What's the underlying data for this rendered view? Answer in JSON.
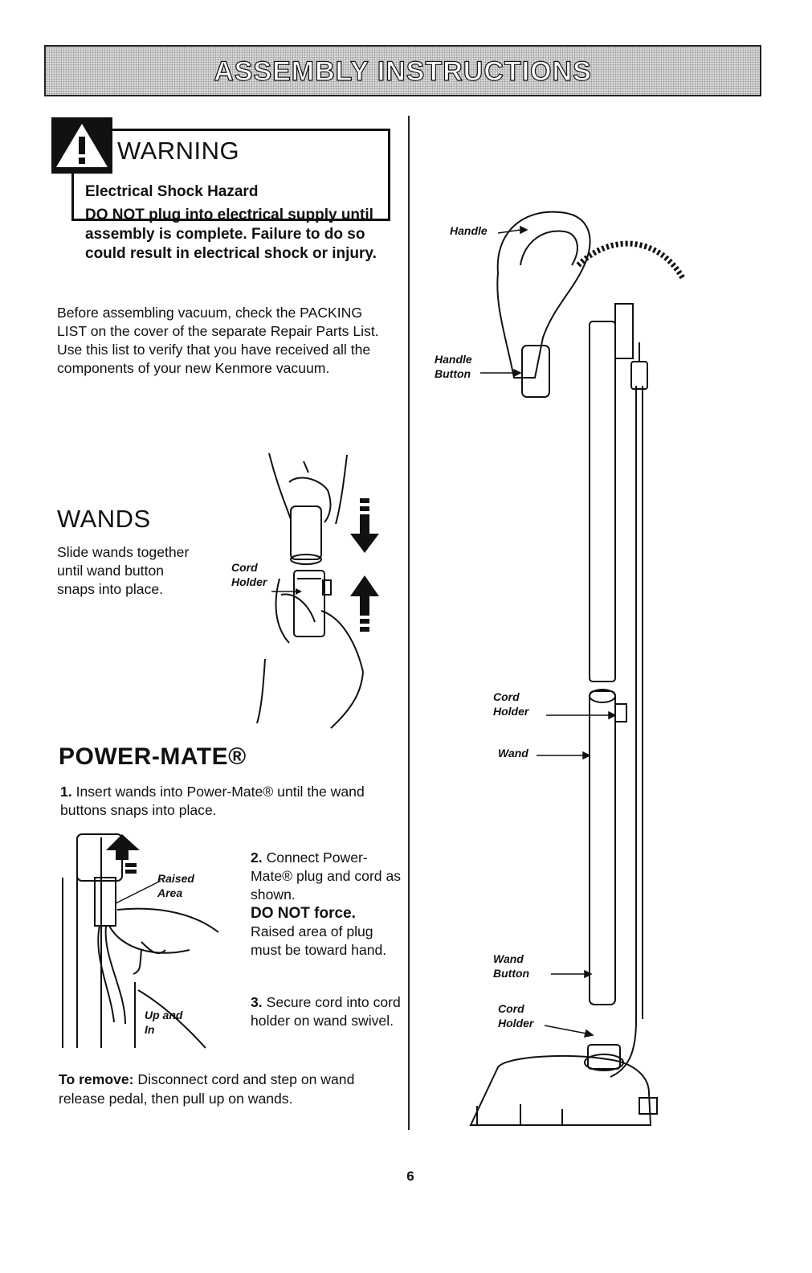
{
  "header": {
    "title": "ASSEMBLY INSTRUCTIONS"
  },
  "warning": {
    "title": "WARNING",
    "subtitle": "Electrical Shock Hazard",
    "body": "DO NOT plug into electrical supply until assembly is complete. Failure to do so could result in electrical shock or injury."
  },
  "intro": "Before assembling vacuum, check the PACKING LIST on the cover of the separate Repair Parts List. Use this list to verify that you have received all the components of your new Kenmore vacuum.",
  "wands": {
    "heading": "WANDS",
    "body": "Slide wands together until wand button snaps into place.",
    "label_cord_holder": "Cord Holder"
  },
  "powermate": {
    "heading": "POWER-MATE®",
    "step1_num": "1.",
    "step1_text": "Insert wands into Power-Mate® until the wand buttons snaps into place.",
    "step2_num": "2.",
    "step2_text": "Connect Power-Mate® plug and cord as shown.",
    "step2_bold": "DO NOT force.",
    "step2_rest": "Raised area of plug must be toward hand.",
    "step3_num": "3.",
    "step3_text": "Secure cord into cord holder on wand swivel.",
    "label_raised_area": "Raised Area",
    "label_up_and_in": "Up and In"
  },
  "remove": {
    "bold": "To remove:",
    "text": "Disconnect cord and step on wand release pedal, then pull up on wands."
  },
  "diagram": {
    "handle": "Handle",
    "handle_button": "Handle Button",
    "cord_holder_top": "Cord Holder",
    "wand": "Wand",
    "wand_button": "Wand Button",
    "cord_holder_bottom": "Cord Holder"
  },
  "page_number": "6"
}
